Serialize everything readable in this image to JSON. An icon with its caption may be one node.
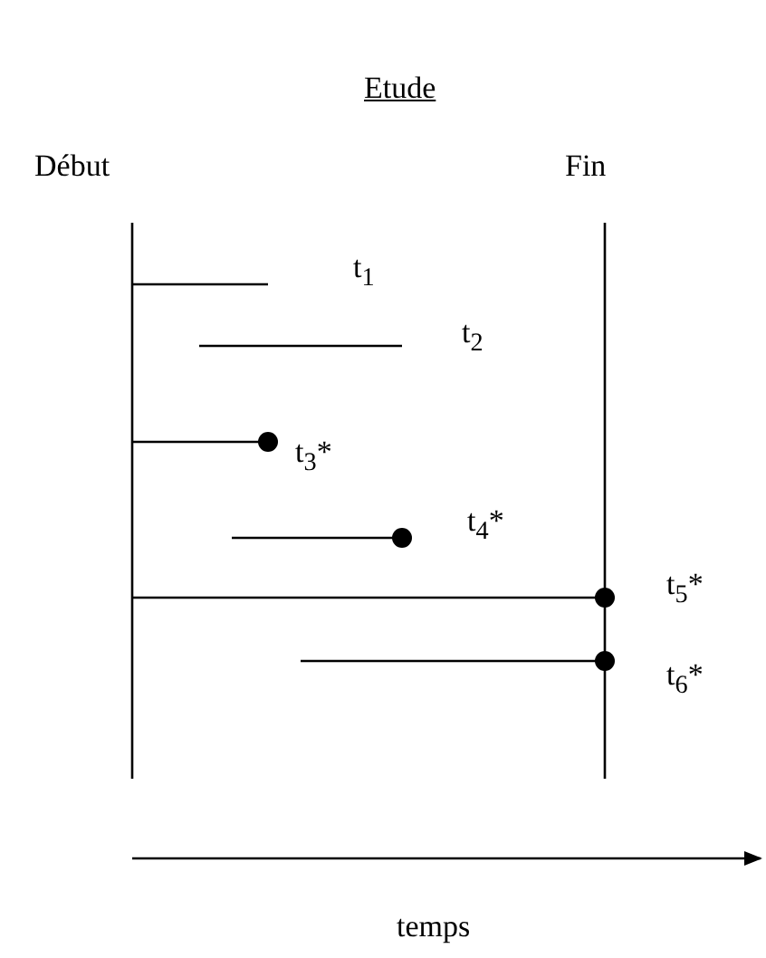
{
  "diagram": {
    "title": "Etude",
    "labels": [
      "Début",
      "Fin",
      "t$_{1}$",
      "t$_{2}$",
      "t$_{3}$*",
      "t$_{4}$*",
      "t$_{5}$*",
      "t$_{6}$*",
      "temps"
    ]
  }
}
